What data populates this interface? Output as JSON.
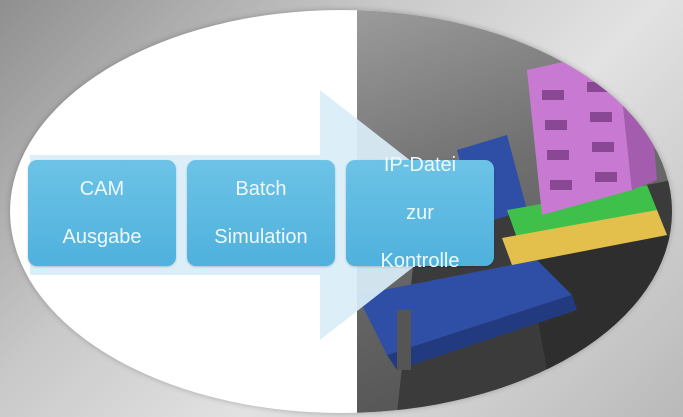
{
  "diagram": {
    "steps": [
      {
        "line1": "CAM",
        "line2": "Ausgabe"
      },
      {
        "line1": "Batch",
        "line2": "Simulation"
      },
      {
        "line1": "IP-Datei",
        "line2": "zur",
        "line3": "Kontrolle"
      }
    ]
  },
  "colors": {
    "step_fill": "#55b6e0",
    "arrow_fill": "#d9eef8",
    "fixture_blue": "#2f4fa6",
    "part_magenta": "#c87ad3",
    "part_green": "#3fc04a",
    "part_yellow": "#e3c04c"
  }
}
